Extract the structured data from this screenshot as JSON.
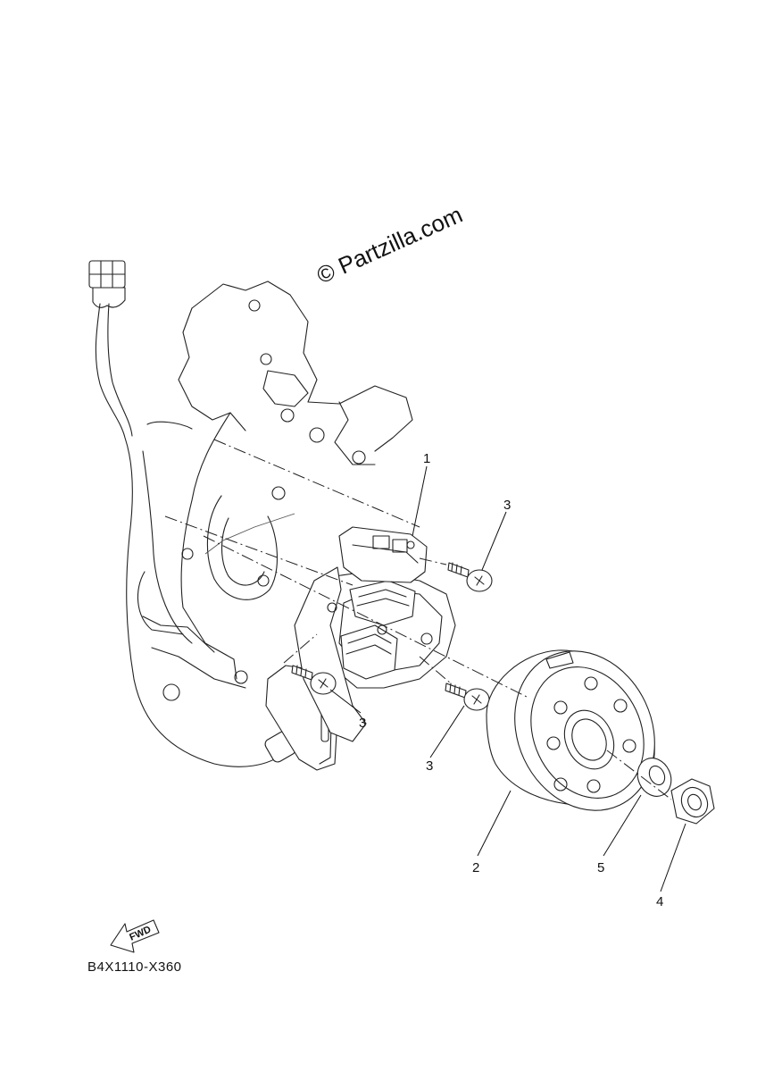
{
  "diagram": {
    "watermark": "© Partzilla.com",
    "drawing_code": "B4X1110-X360",
    "fwd_label": "FWD",
    "callouts": [
      {
        "id": "callout-1",
        "label": "1"
      },
      {
        "id": "callout-3a",
        "label": "3"
      },
      {
        "id": "callout-3b",
        "label": "3"
      },
      {
        "id": "callout-3c",
        "label": "3"
      },
      {
        "id": "callout-2",
        "label": "2"
      },
      {
        "id": "callout-5",
        "label": "5"
      },
      {
        "id": "callout-4",
        "label": "4"
      }
    ],
    "colors": {
      "ink": "#222222",
      "background": "#ffffff"
    }
  }
}
